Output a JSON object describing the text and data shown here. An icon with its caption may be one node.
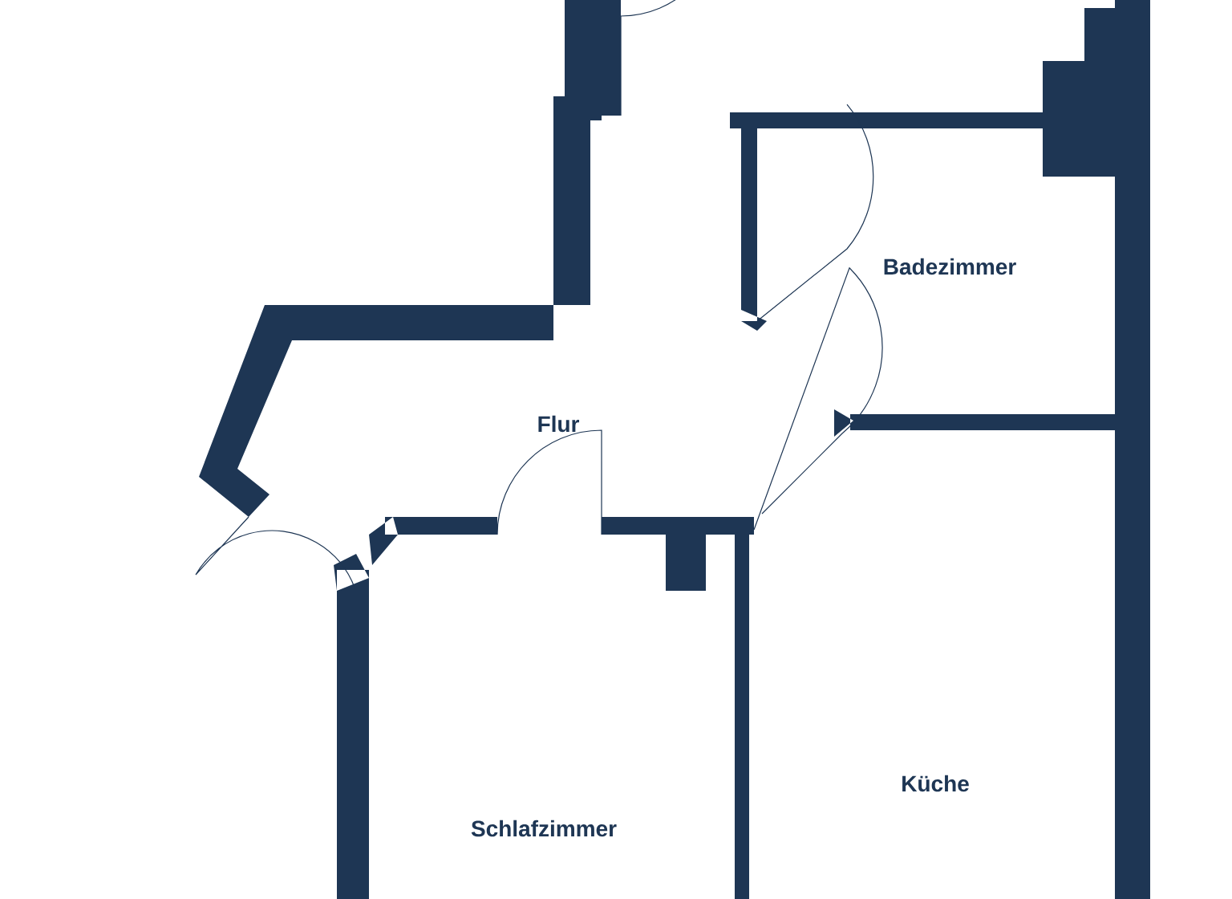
{
  "diagram": {
    "labels": [
      "Badezimmer",
      "Flur",
      "Küche",
      "Schlafzimmer"
    ]
  }
}
